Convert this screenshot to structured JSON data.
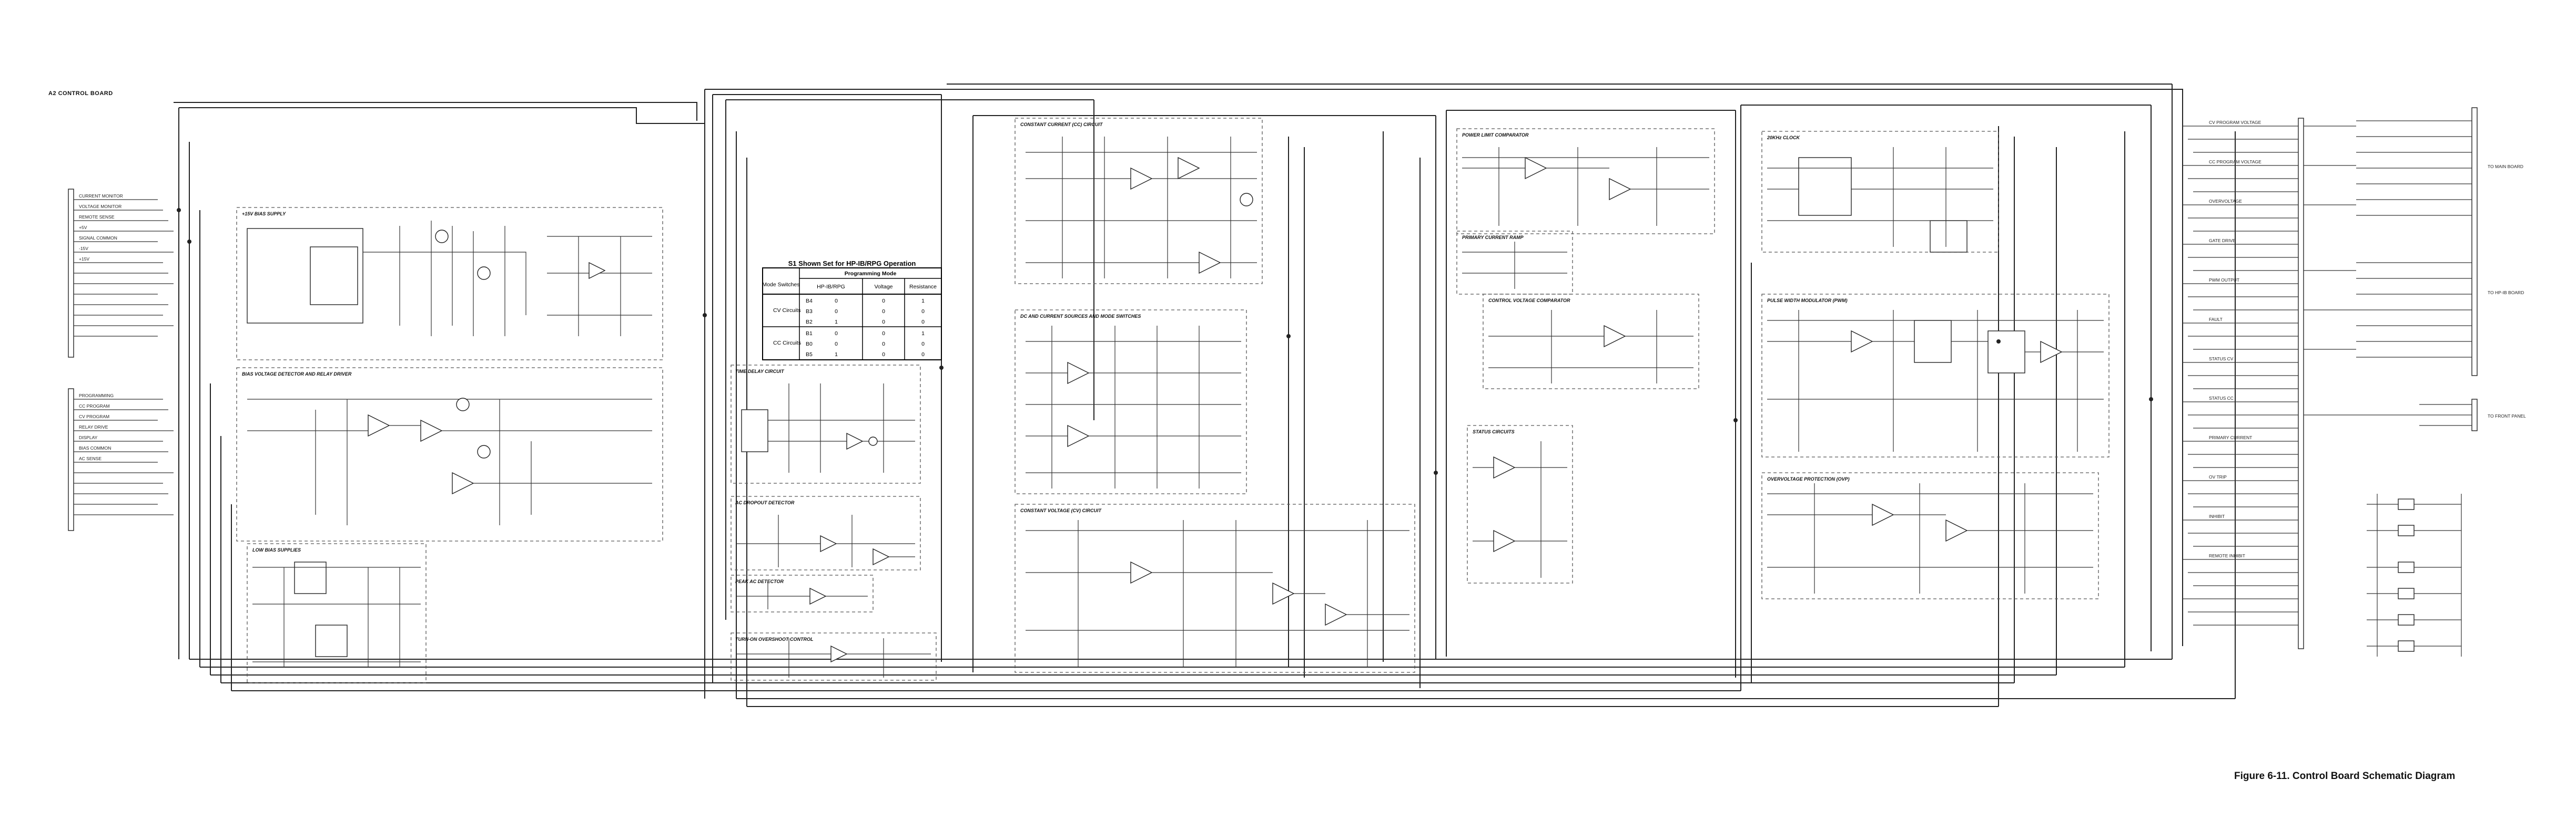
{
  "header": {
    "board_label": "A2 CONTROL BOARD"
  },
  "figure_caption": "Figure 6-11. Control Board Schematic Diagram",
  "switch_table": {
    "title": "S1 Shown Set for HP-IB/RPG Operation",
    "col_mode_switches": "Mode Switches",
    "col_programming_mode": "Programming Mode",
    "col_hpib": "HP-IB/RPG",
    "col_voltage": "Voltage",
    "col_resistance": "Resistance",
    "rows": [
      {
        "group": "CV Circuits",
        "switch": "B4",
        "hpib": "0",
        "voltage": "0",
        "resistance": "1"
      },
      {
        "group": "",
        "switch": "B3",
        "hpib": "0",
        "voltage": "0",
        "resistance": "0"
      },
      {
        "group": "",
        "switch": "B2",
        "hpib": "1",
        "voltage": "0",
        "resistance": "0"
      },
      {
        "group": "CC Circuits",
        "switch": "B1",
        "hpib": "0",
        "voltage": "0",
        "resistance": "1"
      },
      {
        "group": "",
        "switch": "B0",
        "hpib": "0",
        "voltage": "0",
        "resistance": "0"
      },
      {
        "group": "",
        "switch": "B5",
        "hpib": "1",
        "voltage": "0",
        "resistance": "0"
      }
    ]
  },
  "blocks": {
    "bias_supply": "+15V BIAS SUPPLY",
    "bias_detector": "BIAS VOLTAGE DETECTOR AND RELAY DRIVER",
    "low_bias": "LOW BIAS SUPPLIES",
    "time_delay": "TIME DELAY CIRCUIT",
    "ac_dropout": "AC DROPOUT DETECTOR",
    "ac_detector": "PEAK AC DETECTOR",
    "turnon": "TURN-ON OVERSHOOT CONTROL",
    "cc_circuit": "CONSTANT CURRENT (CC) CIRCUIT",
    "cv_circuit": "CONSTANT VOLTAGE (CV) CIRCUIT",
    "dc_sources": "DC AND CURRENT SOURCES AND MODE SWITCHES",
    "power_limit": "POWER LIMIT COMPARATOR",
    "primary_ramp": "PRIMARY CURRENT RAMP",
    "cv_comparator": "CONTROL VOLTAGE COMPARATOR",
    "status": "STATUS CIRCUITS",
    "clock": "20KHz CLOCK",
    "pwm": "PULSE WIDTH MODULATOR (PWM)",
    "ov_protect": "OVERVOLTAGE PROTECTION (OVP)"
  },
  "left_labels": [
    "CURRENT MONITOR",
    "VOLTAGE MONITOR",
    "REMOTE SENSE",
    "+5V",
    "SIGNAL COMMON",
    "-15V",
    "+15V",
    "PROGRAMMING",
    "CC PROGRAM",
    "CV PROGRAM",
    "RELAY DRIVE",
    "DISPLAY",
    "BIAS COMMON",
    "AC SENSE"
  ],
  "right_labels": [
    "CV PROGRAM VOLTAGE",
    "CC PROGRAM VOLTAGE",
    "OVERVOLTAGE",
    "GATE DRIVE",
    "PWM OUTPUT",
    "FAULT",
    "STATUS CV",
    "STATUS CC",
    "PRIMARY CURRENT",
    "OV TRIP",
    "INHIBIT",
    "REMOTE INHIBIT"
  ],
  "connector_labels": {
    "to_main": "TO MAIN BOARD",
    "to_gpib": "TO HP-IB BOARD",
    "to_front": "TO FRONT PANEL"
  }
}
